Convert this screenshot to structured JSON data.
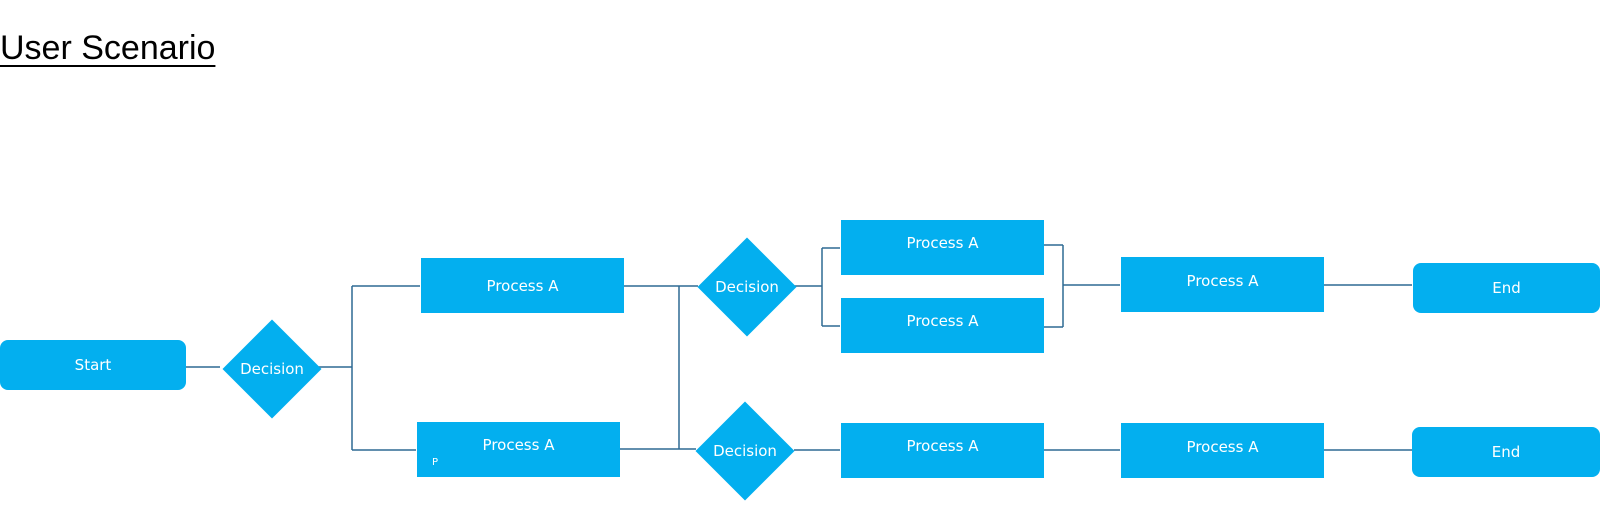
{
  "page": {
    "title": "User Scenario"
  },
  "colors": {
    "shape_fill": "#03AFEF",
    "connector": "#2E6A93",
    "label": "#FFFFFF",
    "title": "#000000"
  },
  "nodes": {
    "start": "Start",
    "decision_1": "Decision",
    "process_upper": "Process A",
    "process_lower": "Process A",
    "decision_upper": "Decision",
    "decision_lower": "Decision",
    "process_branch_top": "Process A",
    "process_branch_bottom": "Process A",
    "process_merge": "Process A",
    "process_lower_2": "Process A",
    "process_lower_3": "Process A",
    "end_upper": "End",
    "end_lower": "End"
  },
  "stray_label": "P"
}
